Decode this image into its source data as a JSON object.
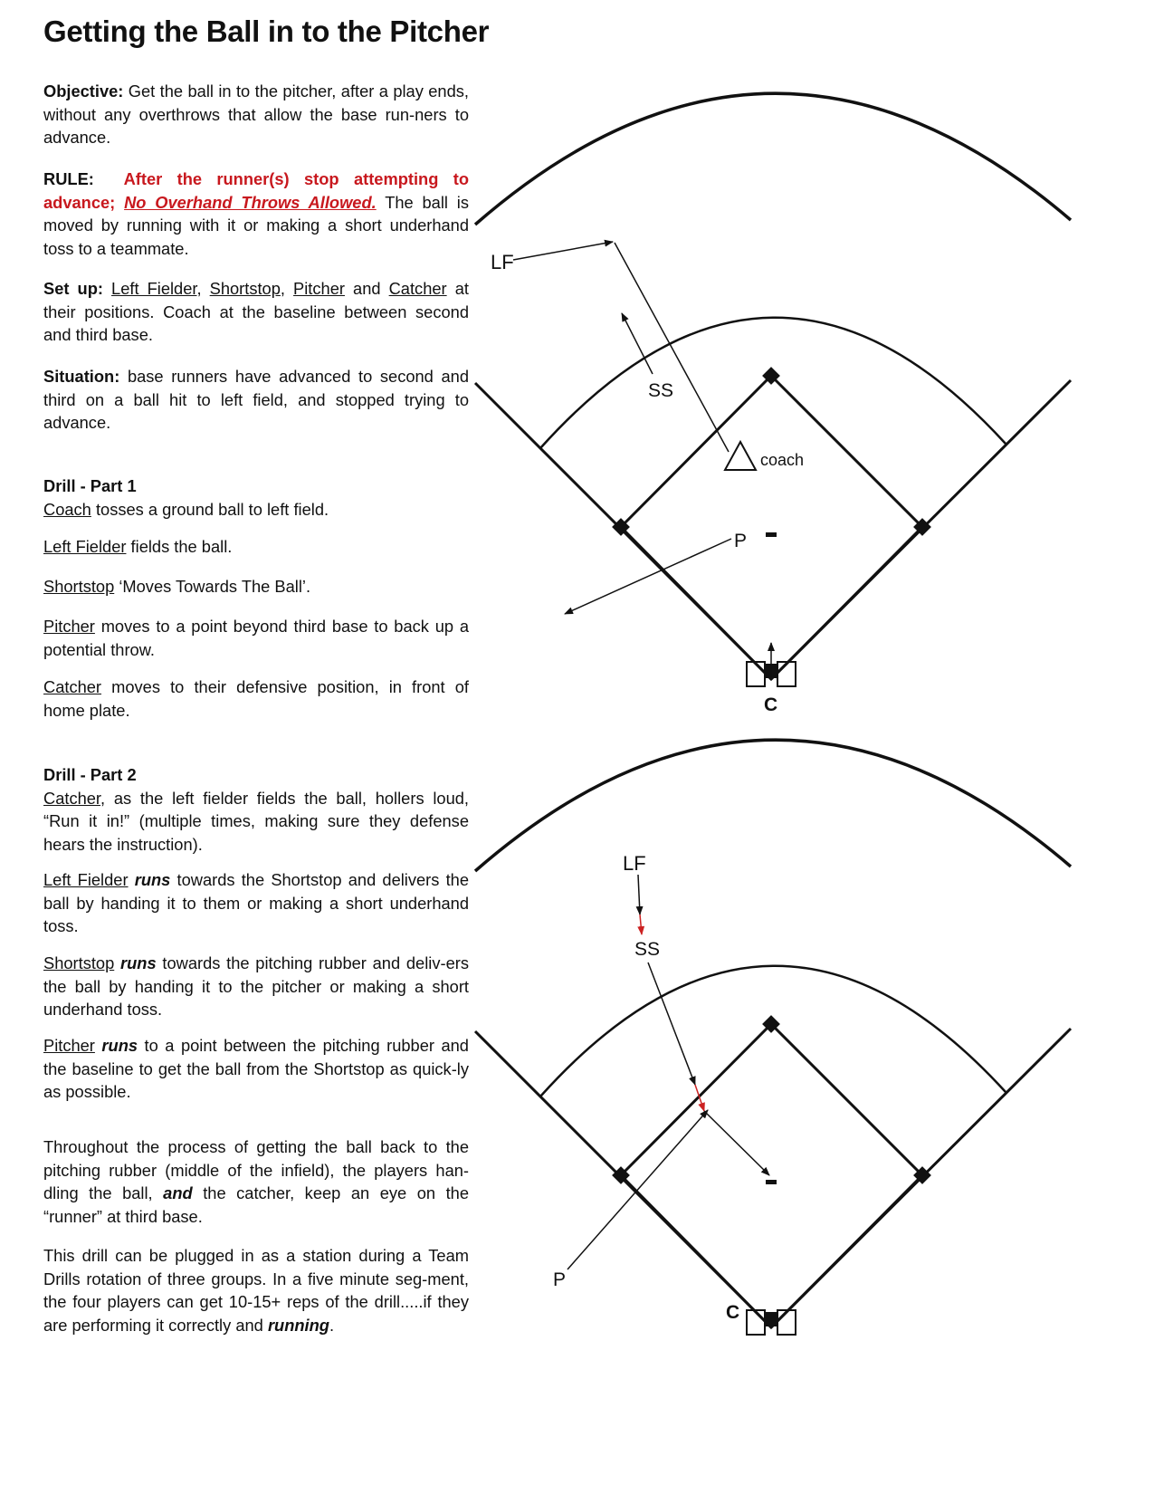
{
  "title": "Getting the Ball in to the Pitcher",
  "objective": {
    "label": "Objective:",
    "text": "Get the ball in to the pitcher, after a play ends, without any overthrows that allow the base run-ners to advance."
  },
  "rule": {
    "label": "RULE:",
    "red_text": "After the runner(s) stop attempting to advance;",
    "red_underlined": "No Overhand Throws Allowed.",
    "text": "The ball is moved by running with it or making a short underhand toss to a teammate."
  },
  "setup": {
    "label": "Set up:",
    "players": [
      "Left Fielder",
      "Shortstop",
      "Pitcher",
      "Catcher"
    ],
    "sep1": ", ",
    "sep2": ", ",
    "sep3": " and ",
    "text": "at their positions.  Coach at the baseline between second and third base."
  },
  "situation": {
    "label": "Situation:",
    "text": "base runners have advanced to second and third on a ball hit to left field, and stopped trying to advance."
  },
  "part1": {
    "heading": "Drill - Part 1",
    "steps": [
      {
        "who": "Coach",
        "text": "tosses a ground ball to left field."
      },
      {
        "who": "Left Fielder",
        "text": "fields  the ball."
      },
      {
        "who": "Shortstop",
        "text": "‘Moves Towards The Ball’."
      },
      {
        "who": "Pitcher",
        "text": "moves to a point beyond third base to back up a potential throw."
      },
      {
        "who": "Catcher",
        "text": "moves to their defensive position, in front of home plate."
      }
    ]
  },
  "part2": {
    "heading": "Drill - Part 2",
    "catcher": {
      "who": "Catcher",
      "text": ", as the left fielder fields the ball, hollers loud, “Run it in!” (multiple times, making sure they defense hears the instruction)."
    },
    "lf": {
      "who": "Left Fielder",
      "runs": "runs",
      "text": "towards the Shortstop and delivers the ball by handing it to them or making a short underhand toss."
    },
    "ss": {
      "who": "Shortstop",
      "runs": "runs",
      "text": "towards the pitching rubber and deliv-ers the ball by handing it to the pitcher or making a short underhand toss."
    },
    "p": {
      "who": "Pitcher",
      "runs": "runs",
      "text": "to a point between the pitching rubber and the baseline to get the ball from the Shortstop as quick-ly as possible."
    }
  },
  "throughout": {
    "text_a": "Throughout the process of getting the ball back to the pitching rubber (middle of the infield), the players han-dling the ball,",
    "and": "and",
    "text_b": "the catcher, keep an eye on the “runner” at third base."
  },
  "station": {
    "text": "This drill can be plugged in as a station during a Team Drills rotation of three groups.  In a five minute seg-ment, the four players can get 10-15+ reps of the drill.....if they are performing it correctly and",
    "running": "running",
    "end": "."
  },
  "diagram1": {
    "lf": "LF",
    "ss": "SS",
    "coach": "coach",
    "p": "P",
    "c": "C"
  },
  "diagram2": {
    "lf": "LF",
    "ss": "SS",
    "p": "P",
    "c": "C"
  },
  "colors": {
    "red": "#c8181e",
    "arrow_red": "#cc2222",
    "ink": "#111111"
  }
}
